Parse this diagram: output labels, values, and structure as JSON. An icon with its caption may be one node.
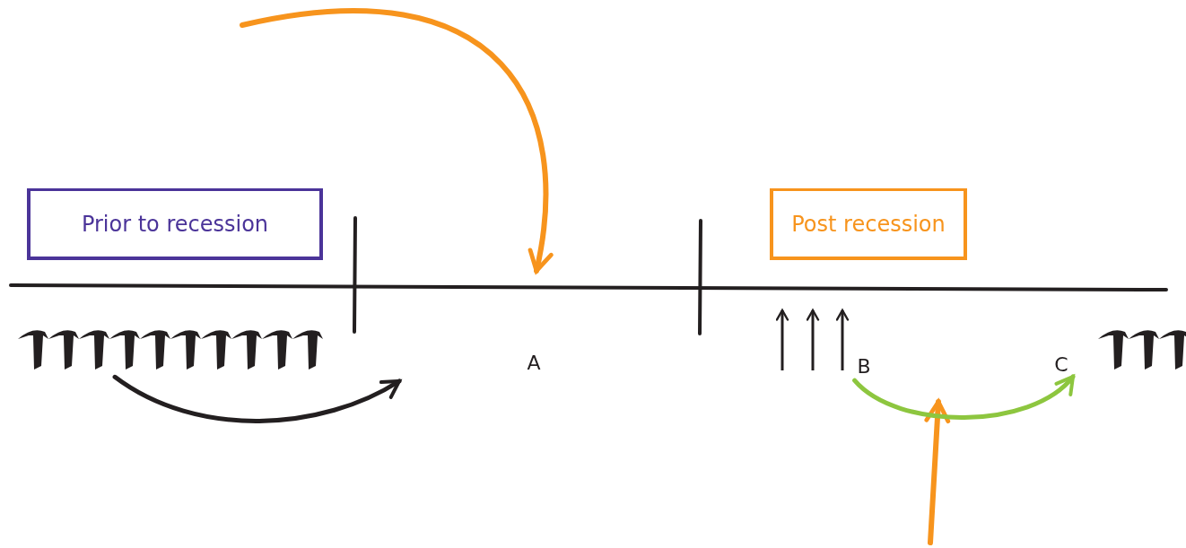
{
  "diagram": {
    "nodes": [
      {
        "text": [
          "Prior to recession"
        ]
      },
      {
        "text": [
          "Post recession"
        ]
      },
      {
        "text": [],
        "shape": "picture"
      },
      {
        "text": [
          "A"
        ]
      },
      {
        "text": [
          "B"
        ]
      },
      {
        "text": [
          "C"
        ]
      },
      {
        "text": [],
        "shape": "picture"
      }
    ],
    "edges": [
      {
        "from": 2,
        "to": null,
        "arrow": "to"
      },
      {
        "from": 4,
        "to": 5,
        "arrow": "to",
        "color": "#8dc63f"
      }
    ]
  }
}
